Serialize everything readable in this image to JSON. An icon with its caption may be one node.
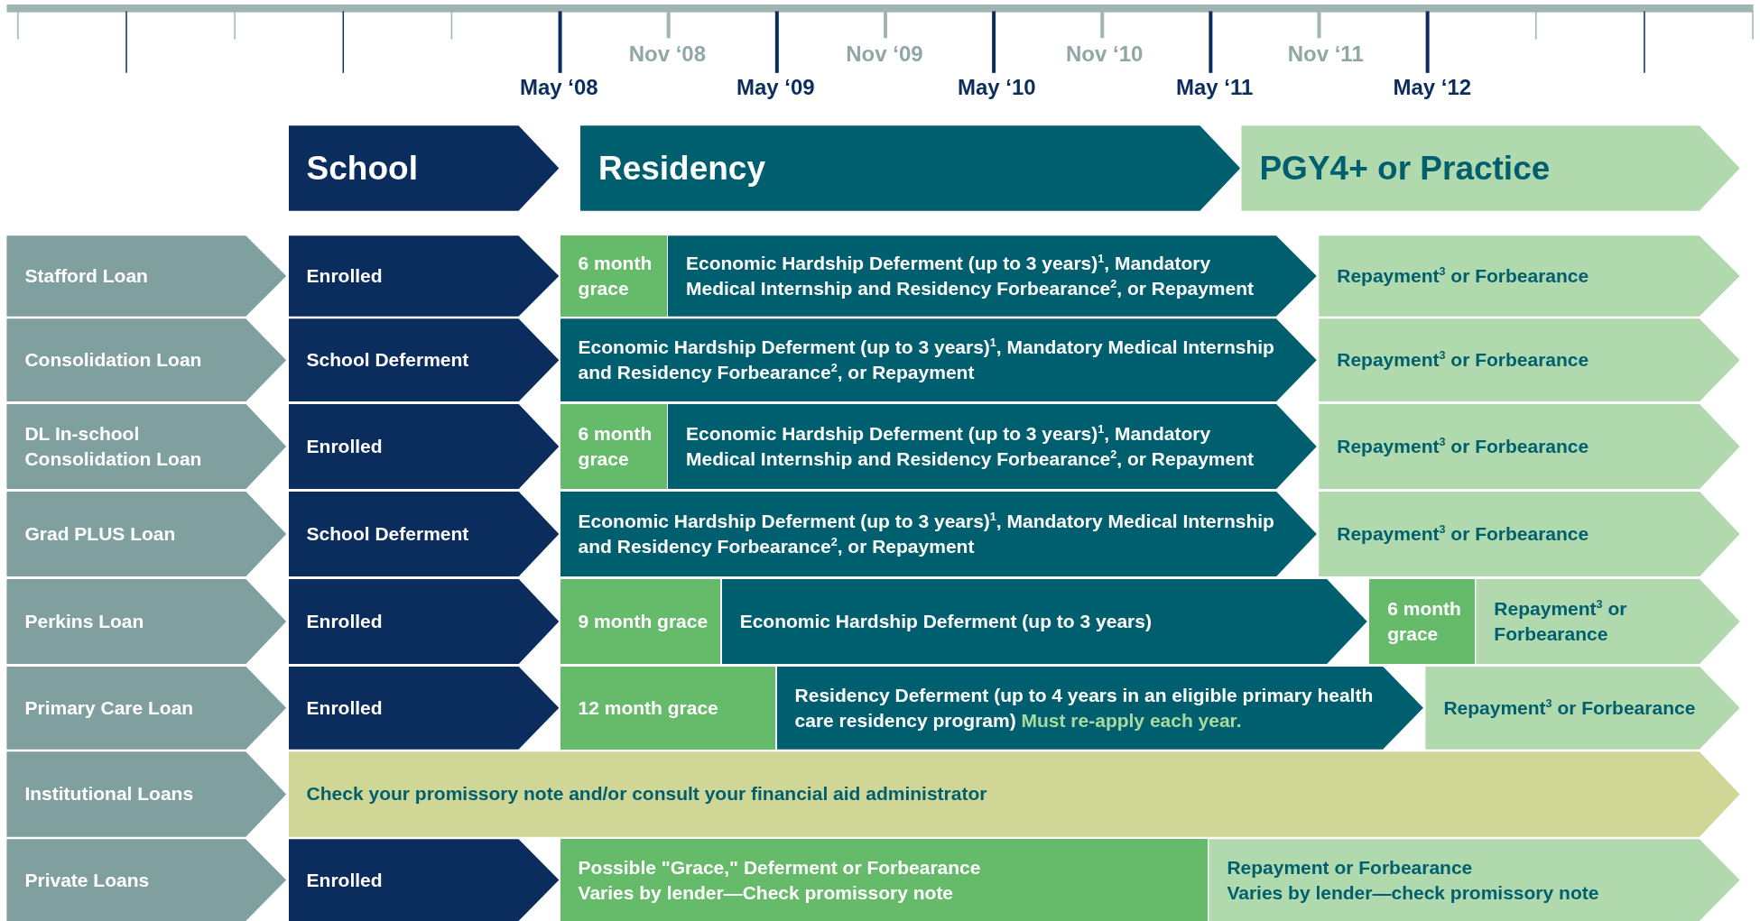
{
  "diagram": {
    "nodes": [
      {
        "text": [
          "School"
        ]
      },
      {
        "text": [
          "Residency"
        ]
      },
      {
        "text": [
          "PGY4+ or Practice"
        ]
      },
      {
        "text": [
          "Stafford Loan"
        ]
      },
      {
        "text": [
          "Enrolled"
        ]
      },
      {
        "text": [
          "6 month grace"
        ]
      },
      {
        "text": [
          "Economic Hardship Deferment (up to 3 years)$^{1}$, Mandatory Medical Internship and Residency Forbearance$^{2}$, or Repayment"
        ]
      },
      {
        "text": [
          "Repayment$^{3}$ or Forbearance"
        ]
      },
      {
        "text": [
          "Consolidation Loan"
        ]
      },
      {
        "text": [
          "School Deferment"
        ]
      },
      {
        "text": [
          "Economic Hardship Deferment (up to 3 years)$^{1}$, Mandatory Medical Internship and Residency Forbearance$^{2}$, or Repayment"
        ]
      },
      {
        "text": [
          "Repayment$^{3}$ or Forbearance"
        ]
      },
      {
        "text": [
          "DL In-school Consolidation Loan"
        ]
      },
      {
        "text": [
          "Enrolled"
        ]
      },
      {
        "text": [
          "6 month grace"
        ]
      },
      {
        "text": [
          "Economic Hardship Deferment (up to 3 years)$^{1}$, Mandatory Medical Internship and Residency Forbearance$^{2}$, or Repayment"
        ]
      },
      {
        "text": [
          "Repayment$^{3}$ or Forbearance"
        ]
      },
      {
        "text": [
          "Grad PLUS Loan"
        ]
      },
      {
        "text": [
          "School Deferment"
        ]
      },
      {
        "text": [
          "Economic Hardship Deferment (up to 3 years)$^{1}$, Mandatory Medical Internship and Residency Forbearance$^{2}$, or Repayment"
        ]
      },
      {
        "text": [
          "Repayment$^{3}$ or Forbearance"
        ]
      },
      {
        "text": [
          "Perkins Loan"
        ]
      },
      {
        "text": [
          "Enrolled"
        ]
      },
      {
        "text": [
          "9 month grace"
        ]
      },
      {
        "text": [
          "Economic Hardship Deferment (up to 3 years)"
        ]
      },
      {
        "text": [
          "6 month grace"
        ]
      },
      {
        "text": [
          "Repayment$^{3}$ or Forbearance"
        ]
      },
      {
        "text": [
          "Primary Care Loan"
        ]
      },
      {
        "text": [
          "Enrolled"
        ]
      },
      {
        "text": [
          "12 month grace"
        ]
      },
      {
        "text": [
          "Residency Deferment (up to 4 years in an eligible primary health care residency program)",
          "Must re-apply each year."
        ]
      },
      {
        "text": [
          "Repayment$^{3}$ or Forbearance"
        ]
      },
      {
        "text": [
          "Institutional Loans"
        ]
      },
      {
        "text": [
          "Check your promissory note and/or consult your financial aid administrator"
        ]
      },
      {
        "text": [
          "Private Loans"
        ]
      },
      {
        "text": [
          "Enrolled"
        ]
      },
      {
        "text": [
          "Possible \"Grace,\" Deferment or Forbearance",
          "Varies by lender—Check promissory note"
        ]
      },
      {
        "text": [
          "Repayment or Forbearance",
          "Varies by lender—check promissory note"
        ]
      }
    ],
    "labels": [
      "Nov ‘08",
      "Nov ‘09",
      "Nov ‘10",
      "Nov ‘11",
      "May ‘08",
      "May ‘09",
      "May ‘10",
      "May ‘11",
      "May ‘12"
    ]
  }
}
